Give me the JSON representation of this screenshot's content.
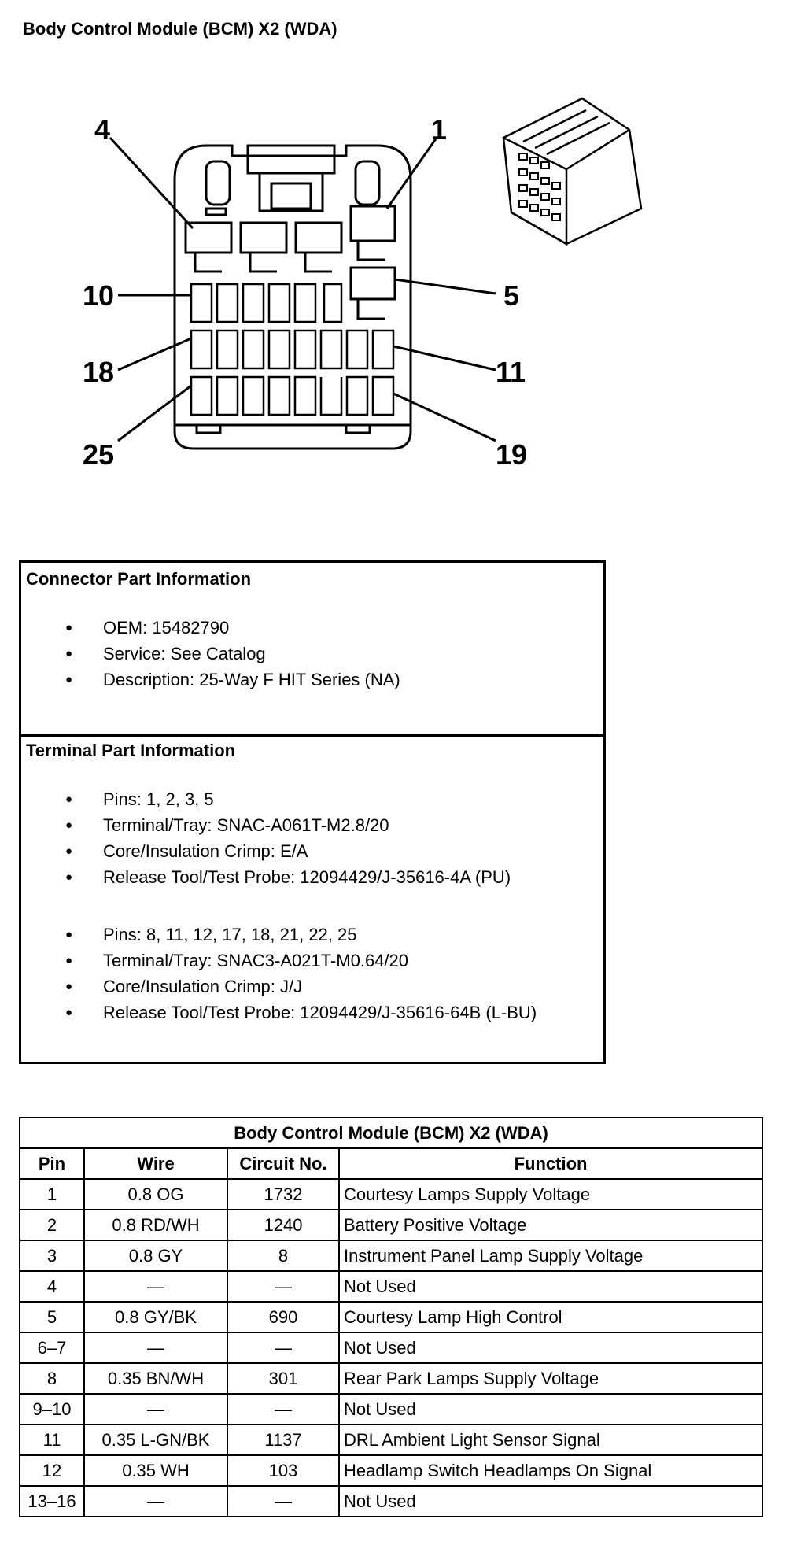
{
  "title": "Body Control Module (BCM) X2 (WDA)",
  "diagram": {
    "pin_labels": [
      "4",
      "1",
      "10",
      "5",
      "18",
      "11",
      "25",
      "19"
    ]
  },
  "connector_info": {
    "heading": "Connector Part Information",
    "items": [
      "OEM: 15482790",
      "Service: See Catalog",
      "Description: 25-Way F HIT Series (NA)"
    ]
  },
  "terminal_info": {
    "heading": "Terminal Part Information",
    "group1": [
      "Pins: 1, 2, 3, 5",
      "Terminal/Tray: SNAC-A061T-M2.8/20",
      "Core/Insulation Crimp: E/A",
      "Release Tool/Test Probe: 12094429/J-35616-4A (PU)"
    ],
    "group2": [
      "Pins: 8, 11, 12, 17, 18, 21, 22, 25",
      "Terminal/Tray: SNAC3-A021T-M0.64/20",
      "Core/Insulation Crimp: J/J",
      "Release Tool/Test Probe: 12094429/J-35616-64B (L-BU)"
    ]
  },
  "pin_table": {
    "caption": "Body Control Module (BCM) X2 (WDA)",
    "headers": [
      "Pin",
      "Wire",
      "Circuit No.",
      "Function"
    ],
    "rows": [
      [
        "1",
        "0.8 OG",
        "1732",
        "Courtesy Lamps Supply Voltage"
      ],
      [
        "2",
        "0.8 RD/WH",
        "1240",
        "Battery Positive Voltage"
      ],
      [
        "3",
        "0.8 GY",
        "8",
        "Instrument Panel Lamp Supply Voltage"
      ],
      [
        "4",
        "—",
        "—",
        "Not Used"
      ],
      [
        "5",
        "0.8 GY/BK",
        "690",
        "Courtesy Lamp High Control"
      ],
      [
        "6–7",
        "—",
        "—",
        "Not Used"
      ],
      [
        "8",
        "0.35 BN/WH",
        "301",
        "Rear Park Lamps Supply Voltage"
      ],
      [
        "9–10",
        "—",
        "—",
        "Not Used"
      ],
      [
        "11",
        "0.35 L-GN/BK",
        "1137",
        "DRL Ambient Light Sensor Signal"
      ],
      [
        "12",
        "0.35 WH",
        "103",
        "Headlamp Switch Headlamps On Signal"
      ],
      [
        "13–16",
        "—",
        "—",
        "Not Used"
      ]
    ]
  }
}
